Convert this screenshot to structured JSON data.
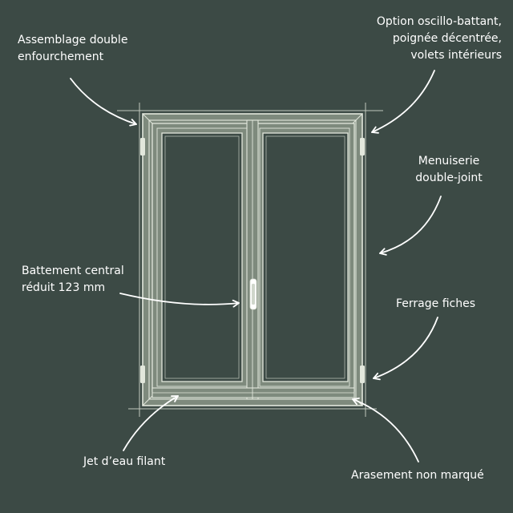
{
  "annotations": {
    "assemblage": "Assemblage double\nenfourchement",
    "option": "Option oscillo-battant,\npoignée décentrée,\nvolets intérieurs",
    "menuiserie": "Menuiserie\ndouble-joint",
    "battement": "Battement central\nréduit 123 mm",
    "ferrage": "Ferrage fiches",
    "jet": "Jet d’eau filant",
    "arasement": "Arasement non marqué"
  },
  "colors": {
    "background": "#3c4a45",
    "frame_fill": "#7e8a7d",
    "frame_line": "#e2e7dc",
    "glass": "#3c4a45",
    "arrow": "#ffffff"
  }
}
